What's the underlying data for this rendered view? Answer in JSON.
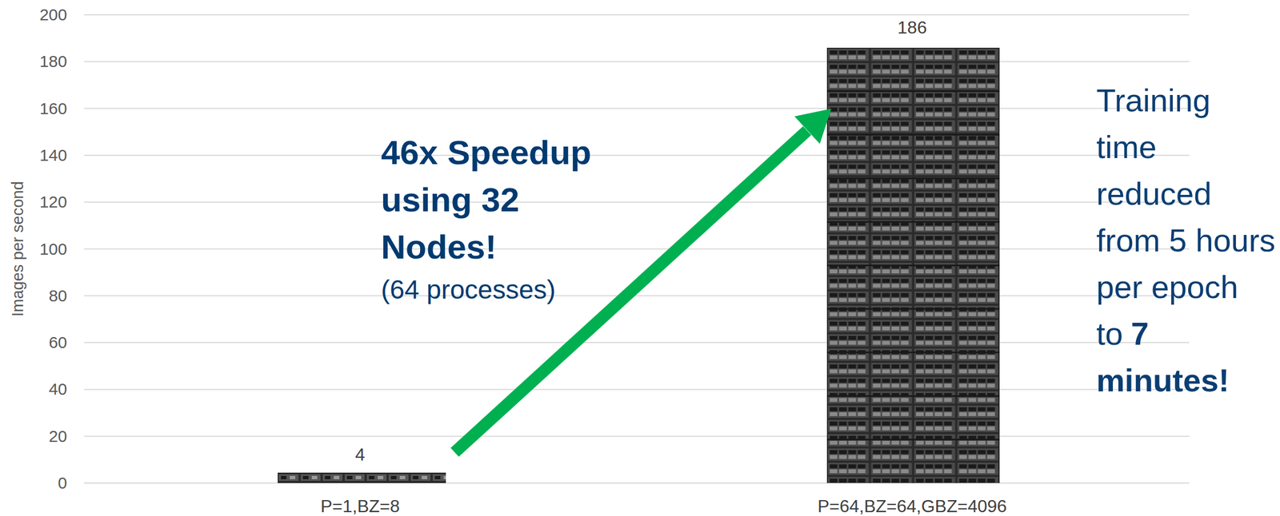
{
  "diagram": {
    "labels": [
      "0",
      "20",
      "40",
      "60",
      "80",
      "100",
      "120",
      "140",
      "160",
      "180",
      "200",
      "Images per second",
      "4",
      "186",
      "P=1,BZ=8",
      "P=64,BZ=64,GBZ=4096",
      "46x Speedup using 32 Nodes!",
      "(64 processes)",
      "Training time reduced from 5 hours per epoch to",
      "7 minutes!"
    ]
  }
}
